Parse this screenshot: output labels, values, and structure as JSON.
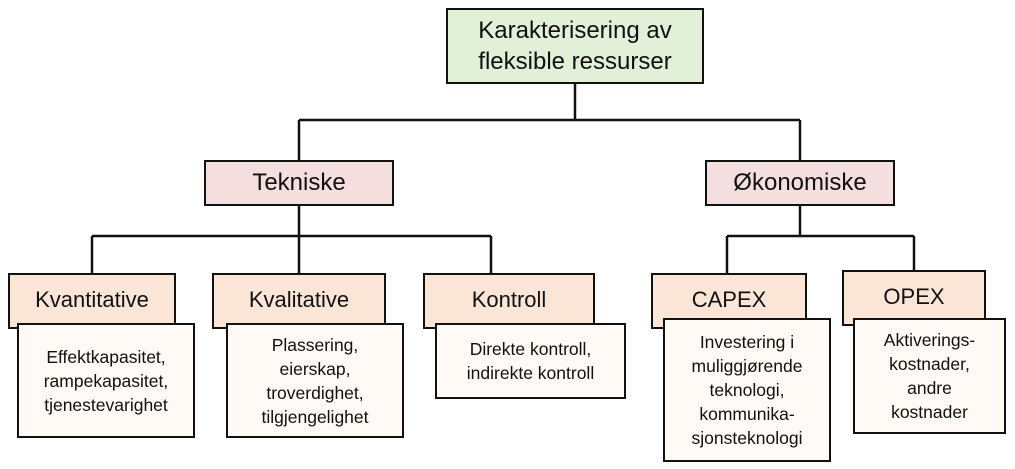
{
  "diagram": {
    "root": {
      "lines": [
        "Karakterisering av",
        "fleksible ressurser"
      ]
    },
    "categories": [
      {
        "label": "Tekniske",
        "children": [
          {
            "label": "Kvantitative",
            "detail": [
              "Effektkapasitet,",
              "rampekapasitet,",
              "tjenestevarighet"
            ]
          },
          {
            "label": "Kvalitative",
            "detail": [
              "Plassering,",
              "eierskap,",
              "troverdighet,",
              "tilgjengelighet"
            ]
          },
          {
            "label": "Kontroll",
            "detail": [
              "Direkte kontroll,",
              "indirekte kontroll"
            ]
          }
        ]
      },
      {
        "label": "Økonomiske",
        "children": [
          {
            "label": "CAPEX",
            "detail": [
              "Investering i",
              "muliggjørende",
              "teknologi,",
              "kommunika-",
              "sjonsteknologi"
            ]
          },
          {
            "label": "OPEX",
            "detail": [
              "Aktiverings-",
              "kostnader,",
              "andre",
              "kostnader"
            ]
          }
        ]
      }
    ],
    "colors": {
      "root_fill": "#e2f0d9",
      "category_fill": "#f4dede",
      "sub_fill": "#fbe5d6",
      "detail_fill": "#fffaf5",
      "border": "#111111"
    }
  }
}
